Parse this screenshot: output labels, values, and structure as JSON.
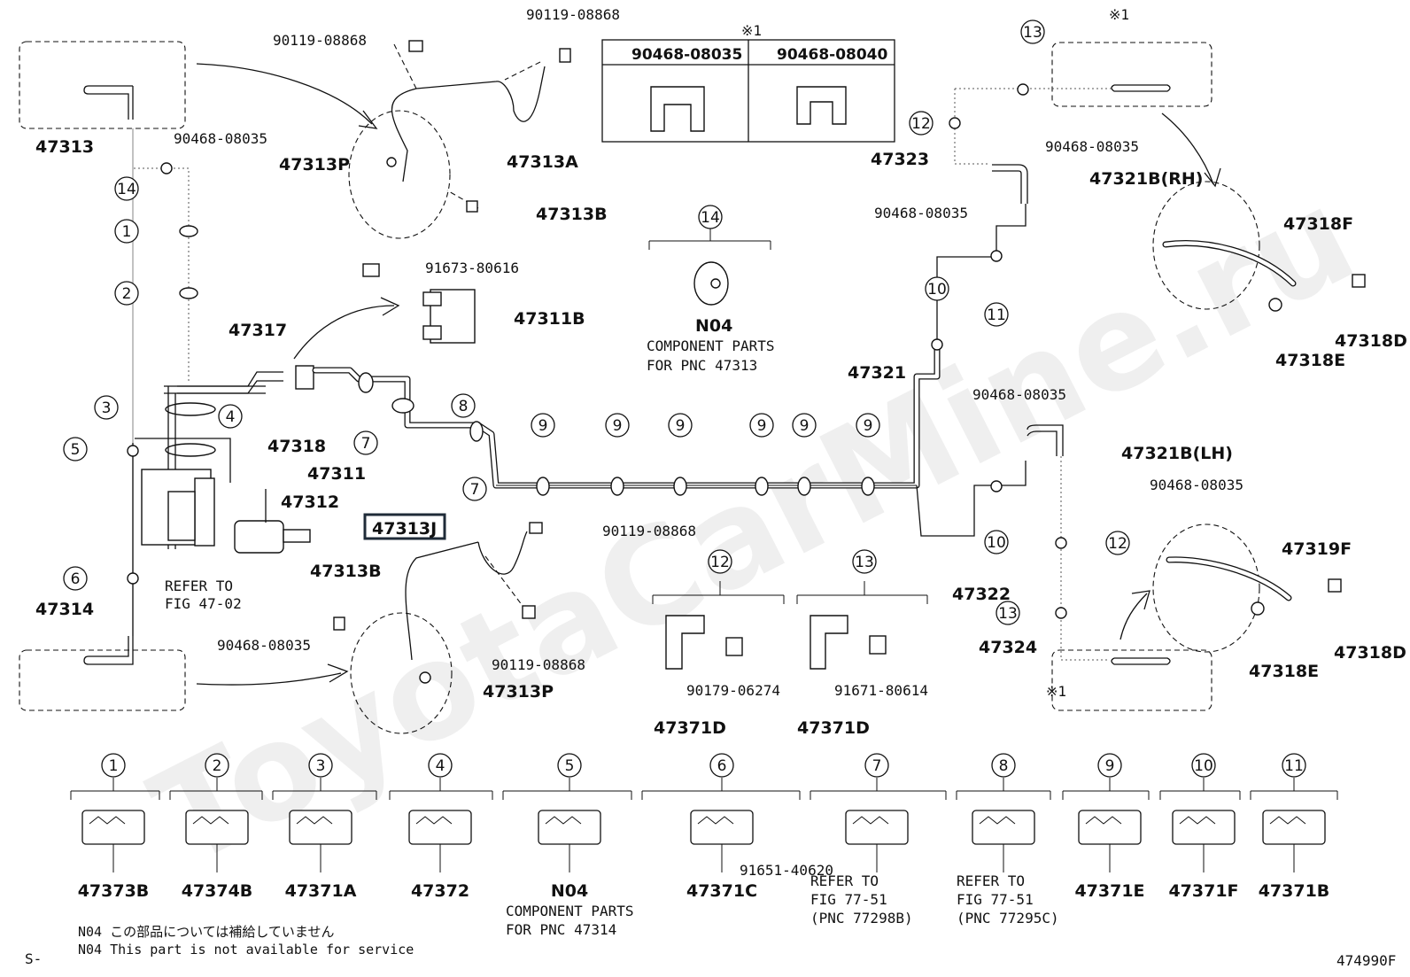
{
  "labels": {
    "p47313": "47313",
    "p47313P_top": "47313P",
    "p47313A": "47313A",
    "p47313B_top": "47313B",
    "p90119_tl": "90119-08868",
    "p90119_tr": "90119-08868",
    "p90468_left_top": "90468-08035",
    "p91673": "91673-80616",
    "p47311B": "47311B",
    "p47317": "47317",
    "p47318": "47318",
    "p47311": "47311",
    "p47312": "47312",
    "refer_fig_a": "REFER TO",
    "refer_fig_b": "FIG 47-02",
    "p47314": "47314",
    "p90468_left_bot": "90468-08035",
    "p47313J": "47313J",
    "p90119_mr": "90119-08868",
    "p47313B_bot": "47313B",
    "p90119_mb": "90119-08868",
    "p47313P_bot": "47313P",
    "p47323": "47323",
    "p90468_right_1": "90468-08035",
    "p47321B_RH": "47321B(RH)",
    "p90468_right_2": "90468-08035",
    "p47318F": "47318F",
    "p47318D_top": "47318D",
    "p47318E_top": "47318E",
    "p47321": "47321",
    "p90468_right_3": "90468-08035",
    "p47321B_LH": "47321B(LH)",
    "p90468_right_4": "90468-08035",
    "p47319F": "47319F",
    "p47322": "47322",
    "p47324": "47324",
    "p47318E_bot": "47318E",
    "p47318D_bot": "47318D",
    "star_top": "※1",
    "star_bot": "※1",
    "n04_label": "N04",
    "n04_desc_a": "COMPONENT PARTS",
    "n04_desc_b": "FOR PNC 47313",
    "g12_bolt": "90179-06274",
    "g12_clamp": "47371D",
    "g13_bolt": "91671-80614",
    "g13_clamp": "47371D"
  },
  "table": {
    "marker": "※1",
    "headers": [
      "90468-08035",
      "90468-08040"
    ]
  },
  "callouts": {
    "c1": "1",
    "c2": "2",
    "c3": "3",
    "c4": "4",
    "c5": "5",
    "c6": "6",
    "c7": "7",
    "c8": "8",
    "c9": "9",
    "c10": "10",
    "c11": "11",
    "c12": "12",
    "c13": "13",
    "c14": "14"
  },
  "bottom_parts": [
    {
      "num": "1",
      "part": "47373B"
    },
    {
      "num": "2",
      "part": "47374B"
    },
    {
      "num": "3",
      "part": "47371A"
    },
    {
      "num": "4",
      "part": "47372"
    },
    {
      "num": "5",
      "part": "N04",
      "desc_a": "COMPONENT PARTS",
      "desc_b": "FOR PNC 47314"
    },
    {
      "num": "6",
      "part": "47371C",
      "bolt": "91651-40620"
    },
    {
      "num": "7",
      "desc_a": "REFER TO",
      "desc_b": "FIG 77-51",
      "desc_c": "(PNC 77298B)"
    },
    {
      "num": "8",
      "desc_a": "REFER TO",
      "desc_b": "FIG 77-51",
      "desc_c": "(PNC 77295C)"
    },
    {
      "num": "9",
      "part": "47371E"
    },
    {
      "num": "10",
      "part": "47371F"
    },
    {
      "num": "11",
      "part": "47371B"
    }
  ],
  "notes": {
    "jp": "N04 この部品については補給していません",
    "en": "N04 This part is not available for service",
    "prefix": "S-",
    "fig_id": "474990F"
  },
  "watermark": "ToyotaCarMine.ru",
  "colors": {
    "ink": "#111111",
    "paper": "#ffffff",
    "highlight_box": "#1f2b38"
  }
}
